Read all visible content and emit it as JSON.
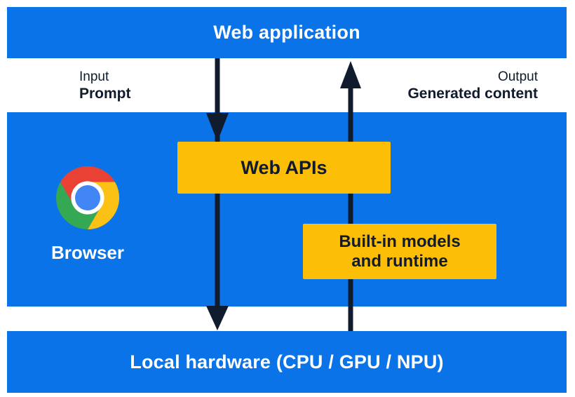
{
  "diagram": {
    "title_bar": {
      "label": "Web application"
    },
    "io_labels": {
      "input_heading": "Input",
      "input_value": "Prompt",
      "output_heading": "Output",
      "output_value": "Generated content"
    },
    "browser_layer": {
      "name": "Browser",
      "web_apis_box": {
        "label": "Web APIs"
      },
      "builtin_models_box": {
        "line1": "Built-in models",
        "line2": "and runtime"
      }
    },
    "hardware_bar": {
      "label": "Local hardware (CPU / GPU / NPU)"
    },
    "icons": {
      "browser_icon": "chrome-browser-icon",
      "down_arrow": "input-flow-arrow-down",
      "up_arrow": "output-flow-arrow-up"
    },
    "colors": {
      "primary_blue": "#0b73e8",
      "accent_yellow": "#fcbe07",
      "dark_navy": "#101b2e",
      "chrome_red": "#e94235",
      "chrome_yellow": "#fcc115",
      "chrome_green": "#34a853",
      "chrome_blue": "#4286f5"
    }
  }
}
